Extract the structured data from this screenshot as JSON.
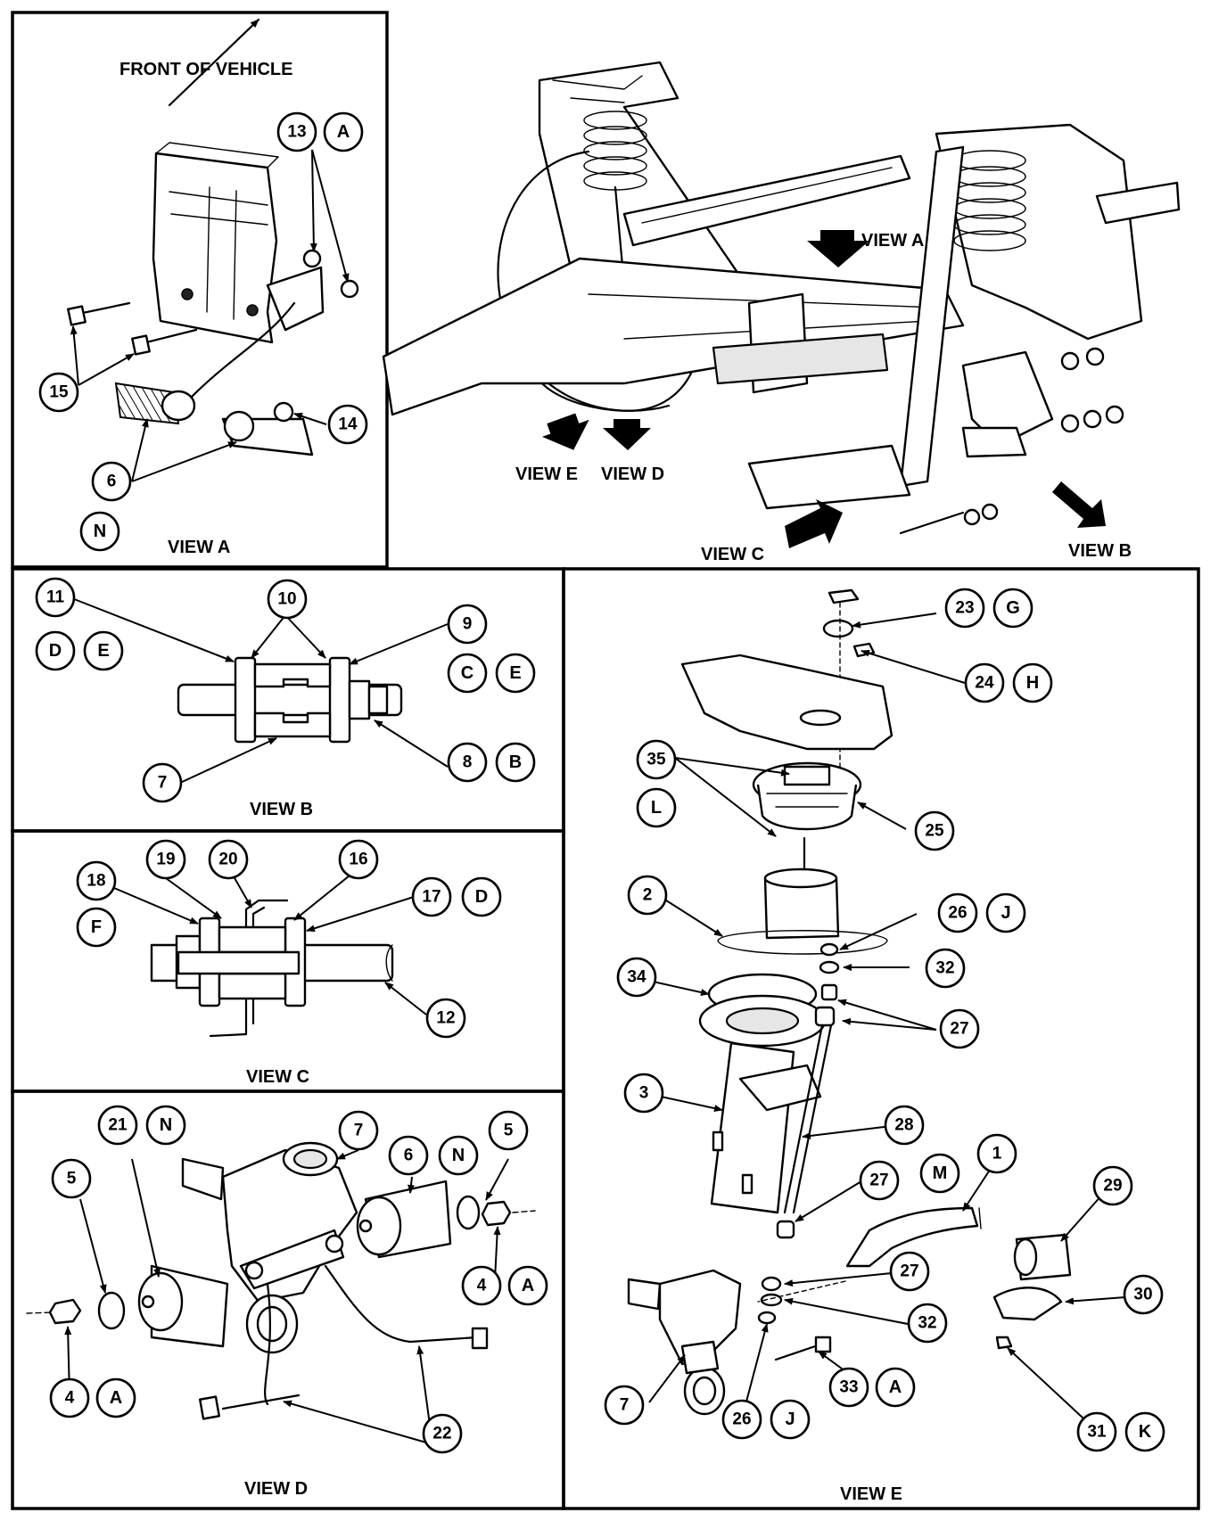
{
  "labels": {
    "front_of_vehicle": "FRONT OF VEHICLE",
    "view_a": "VIEW A",
    "view_b": "VIEW B",
    "view_c": "VIEW C",
    "view_d": "VIEW D",
    "view_e": "VIEW E",
    "overview_view_a": "VIEW A",
    "overview_view_b": "VIEW B",
    "overview_view_c": "VIEW C",
    "overview_view_d": "VIEW D",
    "overview_view_e": "VIEW E"
  },
  "callouts": {
    "a13": "13",
    "a13l": "A",
    "a14": "14",
    "a15": "15",
    "a6": "6",
    "aN": "N",
    "b11": "11",
    "b10": "10",
    "b9": "9",
    "bD": "D",
    "bE1": "E",
    "bC": "C",
    "bE2": "E",
    "b7": "7",
    "b8": "8",
    "bB": "B",
    "c18": "18",
    "c19": "19",
    "c20": "20",
    "c16": "16",
    "c17": "17",
    "cD": "D",
    "cF": "F",
    "c12": "12",
    "d21": "21",
    "dN1": "N",
    "d7": "7",
    "d6": "6",
    "dN2": "N",
    "d5a": "5",
    "d5b": "5",
    "d4a": "4",
    "dA1": "A",
    "d4b": "4",
    "dA2": "A",
    "d22": "22",
    "e23": "23",
    "eG": "G",
    "e24": "24",
    "eH": "H",
    "e35": "35",
    "eL": "L",
    "e25": "25",
    "e2": "2",
    "e26a": "26",
    "eJ1": "J",
    "e32a": "32",
    "e34": "34",
    "e27a": "27",
    "e3": "3",
    "e28": "28",
    "e27b": "27",
    "eM": "M",
    "e1": "1",
    "e29": "29",
    "e27c": "27",
    "e32b": "32",
    "e30": "30",
    "e33": "33",
    "eA": "A",
    "e7": "7",
    "e26b": "26",
    "eJ2": "J",
    "e31": "31",
    "eK": "K"
  }
}
